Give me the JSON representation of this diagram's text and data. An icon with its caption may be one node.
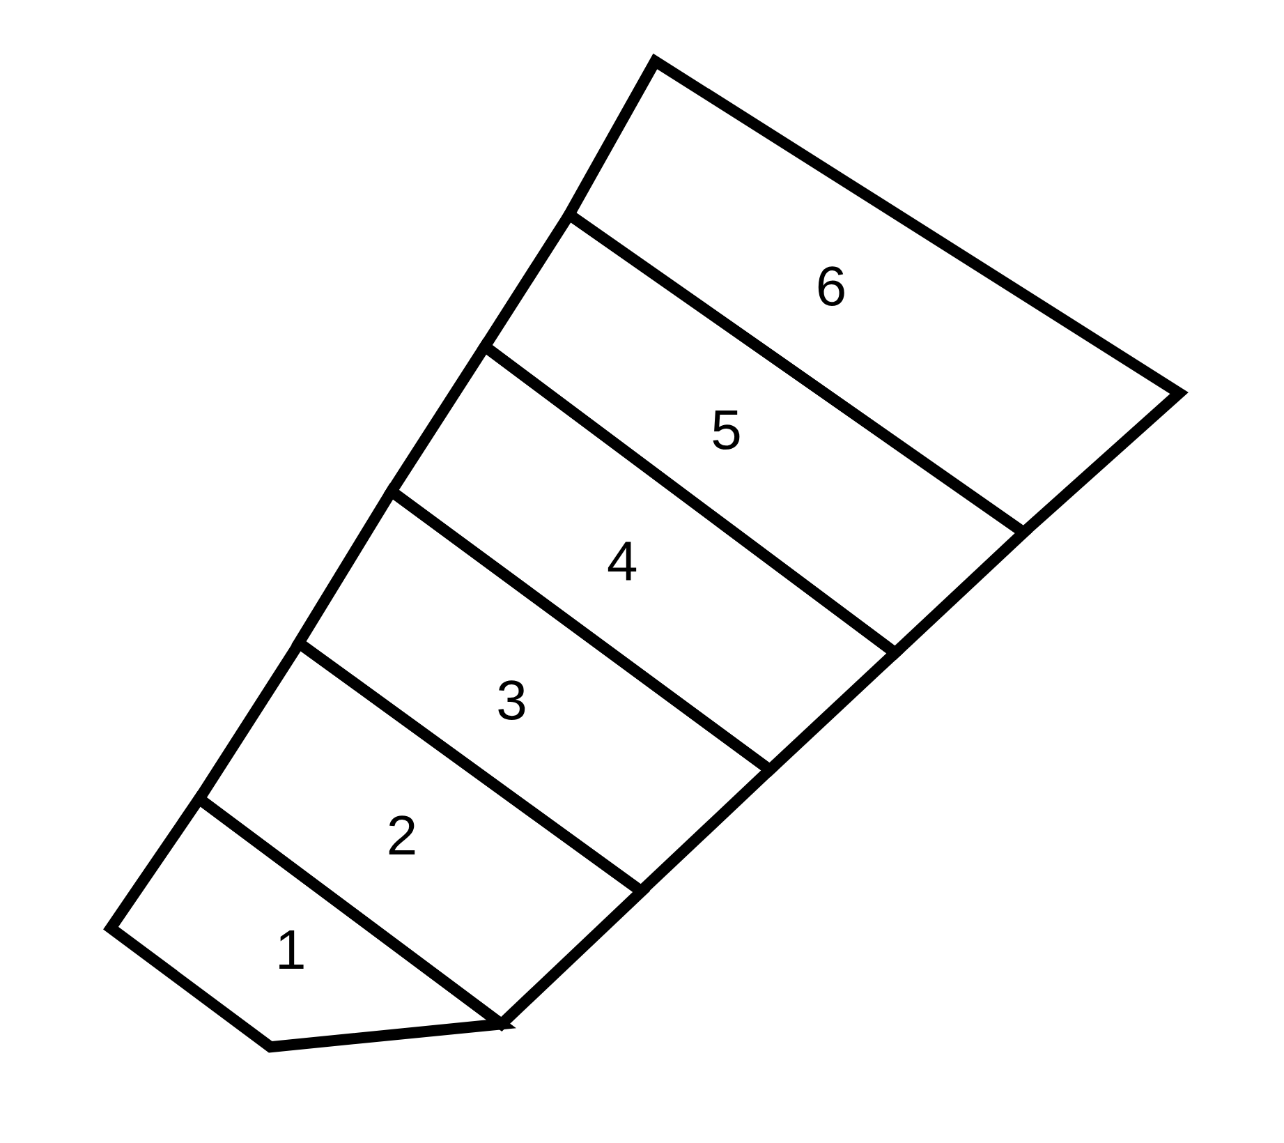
{
  "diagram": {
    "nodes": [
      {
        "text": [
          "1"
        ]
      },
      {
        "text": [
          "2"
        ]
      },
      {
        "text": [
          "3"
        ]
      },
      {
        "text": [
          "4"
        ]
      },
      {
        "text": [
          "5"
        ]
      },
      {
        "text": [
          "6"
        ]
      }
    ]
  }
}
